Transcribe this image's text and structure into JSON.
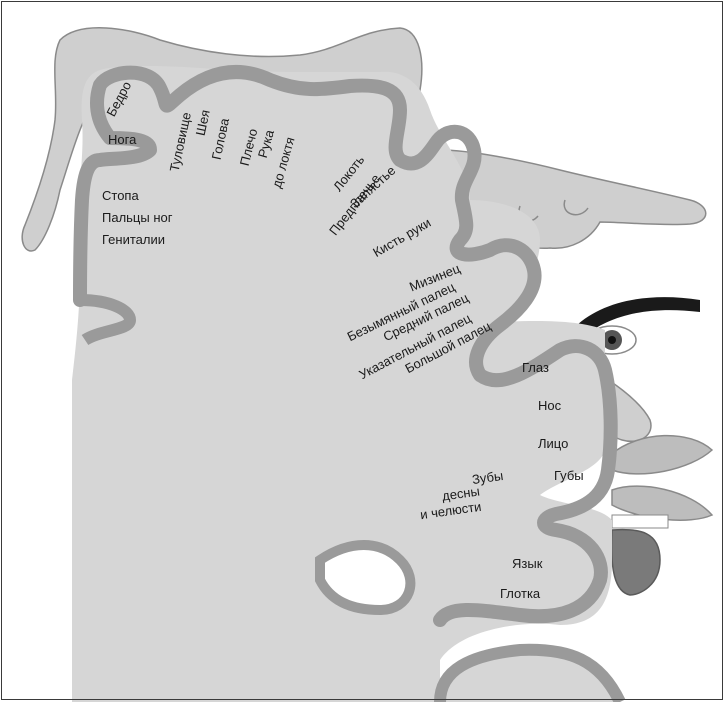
{
  "labels": {
    "hip": "Бедро",
    "leg": "Нога",
    "trunk": "Туловище",
    "neck": "Шея",
    "head": "Голова",
    "shoulder": "Плечо",
    "arm_l1": "Рука",
    "arm_l2": "до локтя",
    "elbow": "Локоть",
    "forearm": "Предплечье",
    "wrist": "Запястье",
    "hand": "Кисть руки",
    "foot": "Стопа",
    "toes": "Пальцы ног",
    "genitals": "Гениталии",
    "little_finger": "Мизинец",
    "ring_finger": "Безымянный палец",
    "middle_finger": "Средний палец",
    "index_finger": "Указательный палец",
    "thumb": "Большой палец",
    "eye": "Глаз",
    "nose": "Нос",
    "face": "Лицо",
    "lips": "Губы",
    "teeth_l1": "Зубы",
    "teeth_l2": "десны",
    "teeth_l3": "и челюсти",
    "tongue": "Язык",
    "pharynx": "Глотка"
  },
  "colors": {
    "cortex_fill": "#d6d6d6",
    "cortex_band": "#9a9a9a",
    "body_fill": "#cfcfcf",
    "body_stroke": "#8a8a8a",
    "eyebrow": "#1a1a1a",
    "tongue": "#7a7a7a"
  }
}
